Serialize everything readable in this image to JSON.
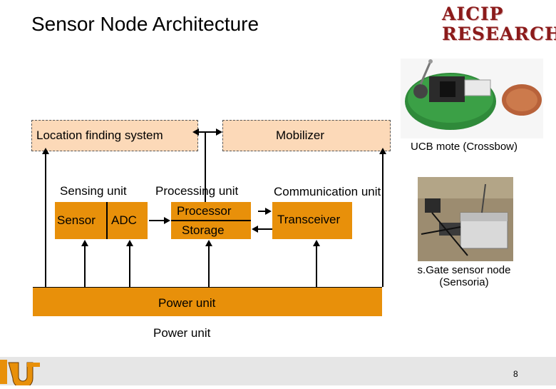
{
  "slide": {
    "title": "Sensor Node Architecture",
    "logo_line1": "AICIP",
    "logo_line2": "RESEARCH",
    "page_number": "8"
  },
  "diagram": {
    "location_finding": "Location finding system",
    "mobilizer": "Mobilizer",
    "sensing_unit": "Sensing unit",
    "sensor": "Sensor",
    "adc": "ADC",
    "processing_unit": "Processing unit",
    "processor": "Processor",
    "storage": "Storage",
    "communication_unit": "Communication unit",
    "transceiver": "Transceiver",
    "power_unit_box": "Power unit",
    "power_unit_caption": "Power unit"
  },
  "photos": {
    "ucb_caption": "UCB mote (Crossbow)",
    "sgate_caption": "s.Gate sensor node (Sensoria)"
  },
  "colors": {
    "accent_orange": "#e8900a",
    "peach": "#fcd9b8",
    "logo_red": "#8b1a1a"
  }
}
